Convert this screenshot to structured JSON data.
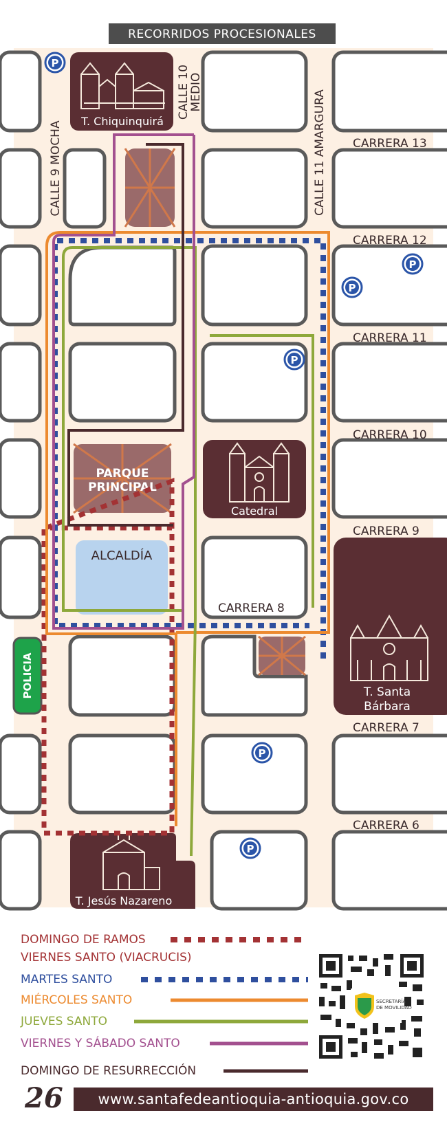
{
  "title": "RECORRIDOS PROCESIONALES",
  "streets": {
    "calle_9": "CALLE 9 MOCHA",
    "calle_10": [
      "CALLE 10",
      "MEDIO"
    ],
    "calle_11": "CALLE 11 AMARGURA",
    "carreras": [
      "CARRERA 13",
      "CARRERA 12",
      "CARRERA 11",
      "CARRERA 10",
      "CARRERA 9",
      "CARRERA 8",
      "CARRERA 7",
      "CARRERA 6"
    ]
  },
  "landmarks": {
    "chiquinquira": "T. Chiquinquirá",
    "parque": [
      "PARQUE",
      "PRINCIPAL"
    ],
    "catedral": "Catedral",
    "alcaldia": "ALCALDÍA",
    "santa_barbara": [
      "T. Santa",
      "Bárbara"
    ],
    "jesus_nazareno": "T. Jesús Nazareno",
    "policia": "POLICIA"
  },
  "parking_symbol": "P",
  "legend": [
    {
      "label": "DOMINGO DE RAMOS",
      "color": "#a33234",
      "style": "square-dots"
    },
    {
      "label": "VIERNES SANTO (VIACRUCIS)",
      "color": "#a33234",
      "style": "none"
    },
    {
      "label": "MARTES SANTO",
      "color": "#2f4f9e",
      "style": "square-dots"
    },
    {
      "label": "MIÉRCOLES SANTO",
      "color": "#ec8a2f",
      "style": "solid"
    },
    {
      "label": "JUEVES SANTO",
      "color": "#8ea83b",
      "style": "solid"
    },
    {
      "label": "VIERNES Y SÁBADO SANTO",
      "color": "#a3508f",
      "style": "solid"
    },
    {
      "label": "DOMINGO DE RESURRECCIÓN",
      "color": "#4a2a2d",
      "style": "solid"
    }
  ],
  "qr_caption": [
    "SECRETARÍA",
    "DE MOVILIDAD"
  ],
  "page_number": "26",
  "website": "www.santafedeantioquia-antioquia.gov.co",
  "colors": {
    "block_fill": "#ffffff",
    "block_stroke": "#555555",
    "street": "#fdf0e3",
    "landmark": "#5a2e33",
    "park": "#9a6a6a",
    "park_lines": "#d0784a",
    "alcaldia": "#b8d3ee",
    "policia": "#1ea34a",
    "parking": "#2b55a8"
  }
}
